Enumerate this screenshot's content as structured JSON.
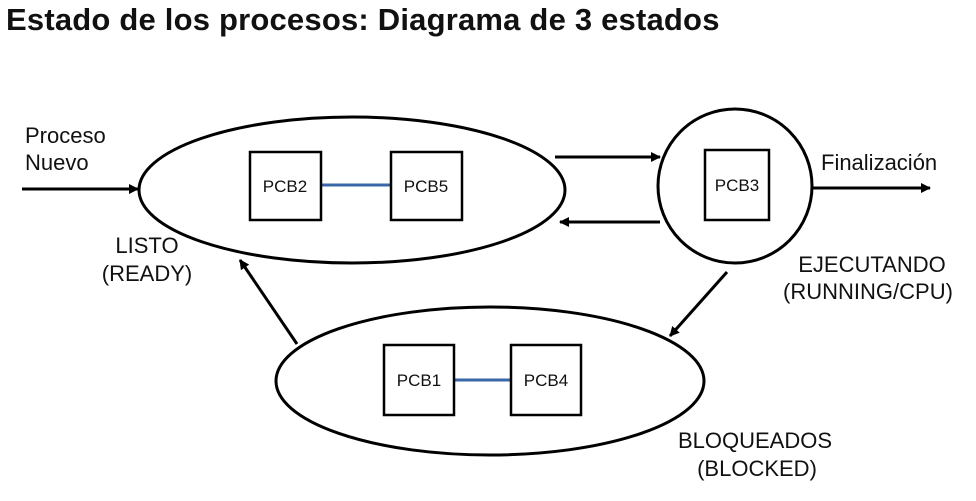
{
  "title": "Estado de los procesos: Diagrama de 3 estados",
  "labels": {
    "new_line1": "Proceso",
    "new_line2": "Nuevo",
    "finish": "Finalización",
    "ready_line1": "LISTO",
    "ready_line2": "(READY)",
    "running_line1": "EJECUTANDO",
    "running_line2": "(RUNNING/CPU)",
    "blocked_line1": "BLOQUEADOS",
    "blocked_line2": "(BLOCKED)"
  },
  "states": {
    "ready": {
      "pcbs": [
        "PCB2",
        "PCB5"
      ]
    },
    "running": {
      "pcbs": [
        "PCB3"
      ]
    },
    "blocked": {
      "pcbs": [
        "PCB1",
        "PCB4"
      ]
    }
  },
  "colors": {
    "link": "#3a67a8",
    "stroke": "#000000"
  }
}
